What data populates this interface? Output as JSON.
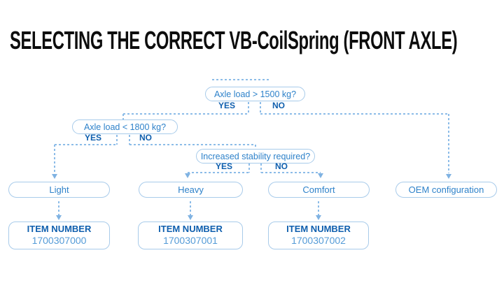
{
  "title": "SELECTING THE CORRECT VB-CoilSpring (FRONT AXLE)",
  "flowchart": {
    "decisions": [
      {
        "id": "axle-load-1500",
        "question": "Axle load > 1500 kg?",
        "yes_label": "YES",
        "no_label": "NO"
      },
      {
        "id": "axle-load-1800",
        "question": "Axle load < 1800 kg?",
        "yes_label": "YES",
        "no_label": "NO"
      },
      {
        "id": "increased-stability",
        "question": "Increased stability required?",
        "yes_label": "YES",
        "no_label": "NO"
      }
    ],
    "outcomes": [
      {
        "label": "Light",
        "item_number_label": "ITEM NUMBER",
        "item_number": "1700307000"
      },
      {
        "label": "Heavy",
        "item_number_label": "ITEM NUMBER",
        "item_number": "1700307001"
      },
      {
        "label": "Comfort",
        "item_number_label": "ITEM NUMBER",
        "item_number": "1700307002"
      },
      {
        "label": "OEM configuration"
      }
    ],
    "colors": {
      "title_black": "#0d0d0d",
      "pill_border_blue": "#a8cbea",
      "pill_text_blue": "#2e82ca",
      "bold_label_blue": "#0f5fae",
      "item_value_blue": "#549bd7",
      "dashed_line_blue": "#8cbce8",
      "arrow_blue": "#7fb2e2"
    }
  }
}
